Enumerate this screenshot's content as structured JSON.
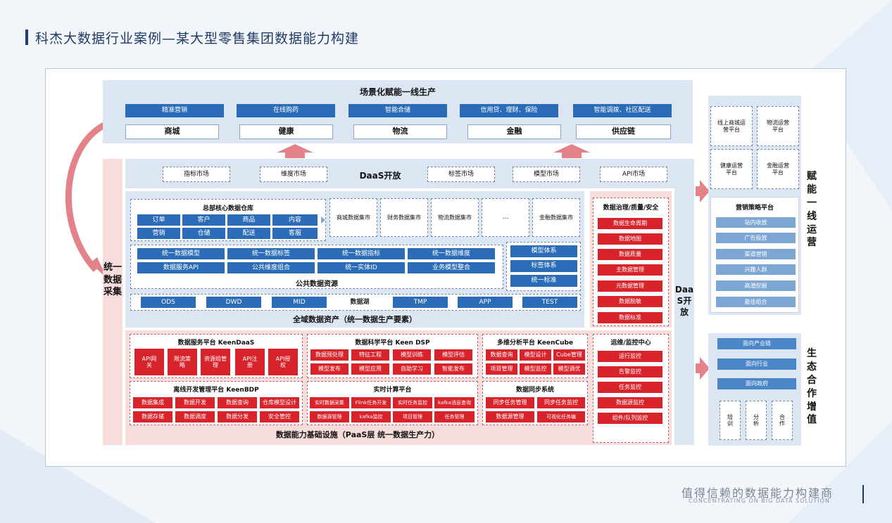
{
  "title": "科杰大数据行业案例—某大型零售集团数据能力构建",
  "scenario": {
    "heading": "场景化赋能一线生产",
    "blue_tags": [
      "精准营销",
      "在线购药",
      "智能合储",
      "信用贷、理财、保险",
      "智能调拨、社区配送"
    ],
    "biz": [
      "商城",
      "健康",
      "物流",
      "金融",
      "供应链"
    ]
  },
  "daas_bar": {
    "markets": [
      "指标市场",
      "维度市场",
      "标签市场",
      "模型市场",
      "API市场"
    ],
    "center_label": "DaaS开放"
  },
  "left_vertical": "统一数据采集",
  "core": {
    "hq_title": "总部核心数据仓库",
    "hq_cells": [
      "订单",
      "客户",
      "商品",
      "内容",
      "营销",
      "仓储",
      "配送",
      "客服"
    ],
    "marts": [
      "商城数据集市",
      "财务数据集市",
      "物流数据集市",
      "…",
      "金融数据集市"
    ],
    "unified": [
      "统一数据模型",
      "统一数据标签",
      "统一数据指标",
      "统一数据维度",
      "数据服务API",
      "公共维度组合",
      "统一实体ID",
      "业务模型整合"
    ],
    "systems": [
      "模型体系",
      "标签体系",
      "统一标准"
    ],
    "public_label": "公共数据资源",
    "layers": [
      "ODS",
      "DWD",
      "MID",
      "数据湖",
      "TMP",
      "APP",
      "TEST"
    ],
    "asset_label": "全域数据资产（统一数据生产要素）"
  },
  "governance": {
    "title": "数据治理/质量/安全",
    "items": [
      "数据生命周期",
      "数据地图",
      "数据质量",
      "主数据管理",
      "元数据管理",
      "数据脱敏",
      "数据标准"
    ]
  },
  "daas_vertical": "DaaS开放",
  "paas": {
    "keendaas": {
      "title": "数据服务平台 KeenDaaS",
      "items": [
        "API网关",
        "限流策略",
        "资源组管理",
        "API注册",
        "API授权"
      ]
    },
    "keendsp": {
      "title": "数据科学平台 Keen DSP",
      "items": [
        "数据预处理",
        "特征工程",
        "模型训练",
        "模型评估",
        "模型发布",
        "模型应用",
        "自助学习",
        "智能发布"
      ]
    },
    "keencube": {
      "title": "多维分析平台 KeenCube",
      "items": [
        "数据查询",
        "模型设计",
        "Cube管理",
        "项目管理",
        "模型监控",
        "模型调优"
      ]
    },
    "ops": {
      "title": "运维/监控中心",
      "items": [
        "运行监控",
        "告警监控",
        "任务监控",
        "数据源监控",
        "组件/队列监控"
      ]
    },
    "keenbdp": {
      "title": "离线开发管理平台 KeenBDP",
      "items": [
        "数据集成",
        "数据开发",
        "数据查询",
        "仓库模型设计",
        "数据存储",
        "数据调度",
        "数据分发",
        "安全管控"
      ]
    },
    "realtime": {
      "title": "实时计算平台",
      "items": [
        "实时数据采集",
        "Flink任务开发",
        "实时任务监控",
        "kafka消息查询",
        "数据源管理",
        "kafka监控",
        "项目管理",
        "任务管理"
      ]
    },
    "sync": {
      "title": "数据同步系统",
      "items": [
        "同步任务管理",
        "同步任务监控",
        "数据源管理",
        "可视化任务编"
      ]
    },
    "footer": "数据能力基础设施（PaaS层 统一数据生产力）"
  },
  "right_top": {
    "platforms": [
      "线上商城运营平台",
      "物流运营平台",
      "健康运营平台",
      "金融运营平台"
    ],
    "marketing_title": "营销策略平台",
    "marketing_items": [
      "站内收放",
      "广告投放",
      "渠道营销",
      "兴趣人群",
      "高潜挖掘",
      "最佳组合"
    ],
    "vertical": "赋能一线运营"
  },
  "right_bottom": {
    "items": [
      "面向产业链",
      "面向行业",
      "面向政府"
    ],
    "bottom": [
      "培训",
      "分析",
      "合作"
    ],
    "vertical": "生态合作增值"
  },
  "footer": {
    "slogan": "值得信赖的数据能力构建商",
    "en": "CONCENTRATING ON BIG DATA SOLUTION"
  }
}
